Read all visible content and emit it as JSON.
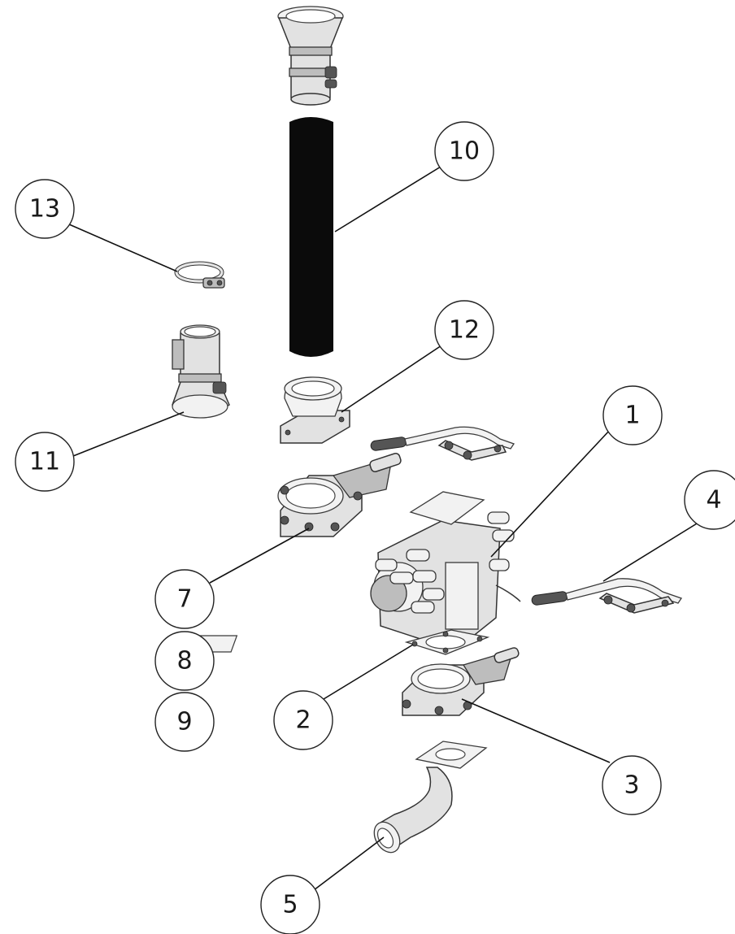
{
  "diagram": {
    "callouts": [
      {
        "id": "c1",
        "label": "1"
      },
      {
        "id": "c2",
        "label": "2"
      },
      {
        "id": "c3",
        "label": "3"
      },
      {
        "id": "c4",
        "label": "4"
      },
      {
        "id": "c5",
        "label": "5"
      },
      {
        "id": "c7",
        "label": "7"
      },
      {
        "id": "c8",
        "label": "8"
      },
      {
        "id": "c9",
        "label": "9"
      },
      {
        "id": "c10",
        "label": "10"
      },
      {
        "id": "c11",
        "label": "11"
      },
      {
        "id": "c12",
        "label": "12"
      },
      {
        "id": "c13",
        "label": "13"
      }
    ]
  }
}
